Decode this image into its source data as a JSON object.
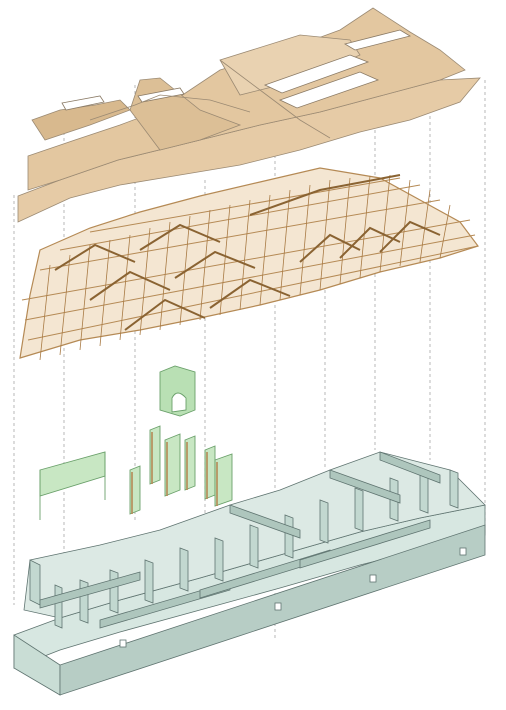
{
  "diagram": {
    "kind": "exploded axonometric",
    "layers": [
      {
        "name": "roof-shell",
        "color": "#e3c7a0",
        "stroke": "#9b8a73"
      },
      {
        "name": "timber-roof-frame",
        "color": "#b58a55",
        "stroke": "#8a6332"
      },
      {
        "name": "inserted-frame-elements",
        "color": "#b9e0b4",
        "stroke": "#6aa06a"
      },
      {
        "name": "ground-floor-walls",
        "color": "#c9ddd5",
        "stroke": "#5f7470"
      }
    ],
    "guide_line_color": "#9a9a9a",
    "background": "#ffffff"
  }
}
